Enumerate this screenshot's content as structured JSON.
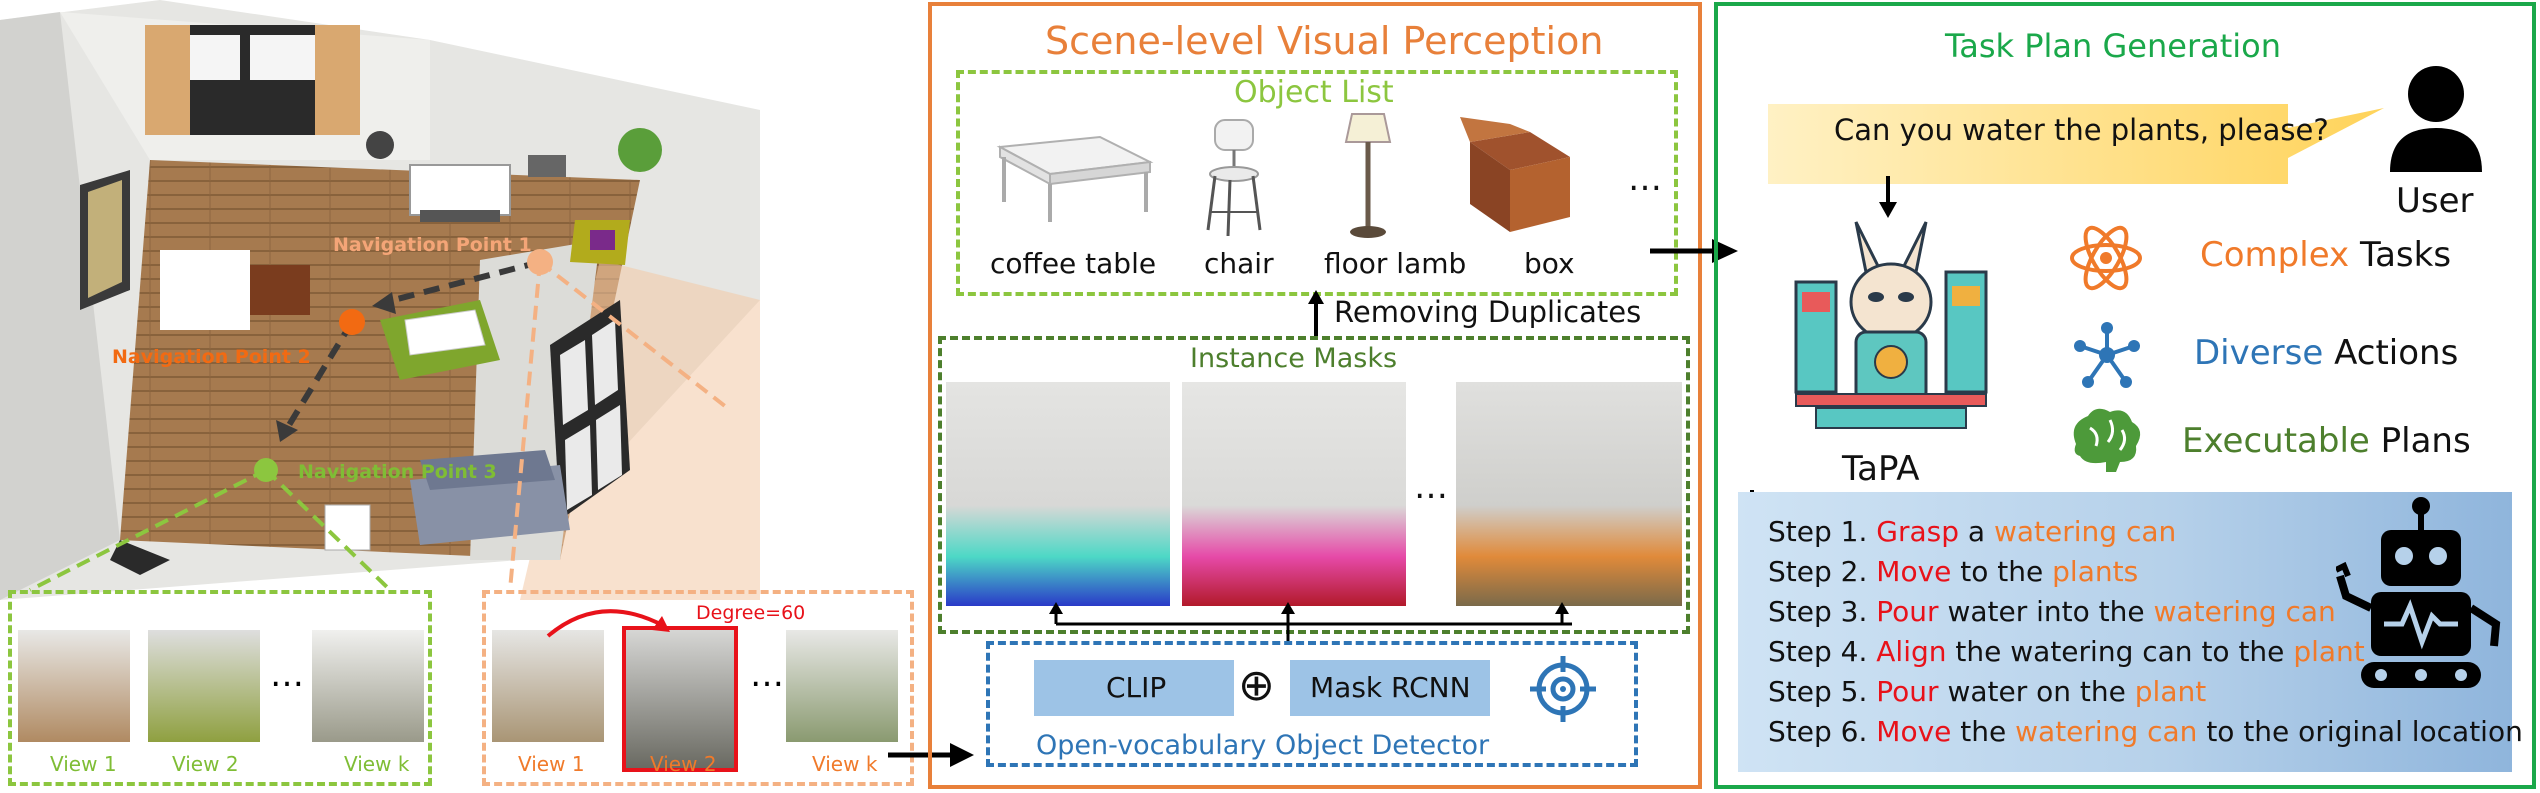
{
  "colors": {
    "orange": "#e8803a",
    "green_dark": "#1aa84a",
    "green_light": "#8cc63f",
    "green_mid": "#4d7f2d",
    "blue": "#2e75b6",
    "red": "#e8121a",
    "light_orange": "#f4b183",
    "orange_text": "#f07a2a"
  },
  "room": {
    "nav_points": [
      "Navigation Point 1",
      "Navigation Point 2",
      "Navigation Point 3"
    ],
    "views_left": [
      "View 1",
      "View 2",
      "View k"
    ],
    "views_right": [
      "View 1",
      "View 2",
      "View k"
    ],
    "degree": "Degree=60",
    "ellipsis": "…"
  },
  "perception": {
    "title": "Scene-level Visual Perception",
    "object_list_title": "Object List",
    "objects": [
      "coffee table",
      "chair",
      "floor lamb",
      "box"
    ],
    "ellipsis": "…",
    "removing": "Removing Duplicates",
    "instance_title": "Instance Masks",
    "clip": "CLIP",
    "plus": "⊕",
    "mask_rcnn": "Mask RCNN",
    "detector": "Open-vocabulary Object Detector"
  },
  "taskplan": {
    "title": "Task Plan Generation",
    "question": "Can you water the plants, please?",
    "user": "User",
    "model": "TaPA",
    "features": [
      {
        "highlight": "Complex",
        "rest": " Tasks"
      },
      {
        "highlight": "Diverse",
        "rest": " Actions"
      },
      {
        "highlight": "Executable",
        "rest": " Plans"
      }
    ],
    "steps": [
      [
        {
          "t": "Step 1. ",
          "c": "k"
        },
        {
          "t": "Grasp",
          "c": "r"
        },
        {
          "t": " a ",
          "c": "k"
        },
        {
          "t": "watering can",
          "c": "o"
        }
      ],
      [
        {
          "t": "Step 2. ",
          "c": "k"
        },
        {
          "t": "Move",
          "c": "r"
        },
        {
          "t": " to the ",
          "c": "k"
        },
        {
          "t": "plants",
          "c": "o"
        }
      ],
      [
        {
          "t": "Step 3. ",
          "c": "k"
        },
        {
          "t": "Pour",
          "c": "r"
        },
        {
          "t": " water into the ",
          "c": "k"
        },
        {
          "t": "watering can",
          "c": "o"
        }
      ],
      [
        {
          "t": "Step 4. ",
          "c": "k"
        },
        {
          "t": "Align",
          "c": "r"
        },
        {
          "t": " the watering can to the ",
          "c": "k"
        },
        {
          "t": "plant",
          "c": "o"
        }
      ],
      [
        {
          "t": "Step 5. ",
          "c": "k"
        },
        {
          "t": "Pour",
          "c": "r"
        },
        {
          "t": " water on the ",
          "c": "k"
        },
        {
          "t": "plant",
          "c": "o"
        }
      ],
      [
        {
          "t": "Step 6. ",
          "c": "k"
        },
        {
          "t": "Move",
          "c": "r"
        },
        {
          "t": " the ",
          "c": "k"
        },
        {
          "t": "watering can",
          "c": "o"
        },
        {
          "t": " to the original location",
          "c": "k"
        }
      ]
    ]
  }
}
